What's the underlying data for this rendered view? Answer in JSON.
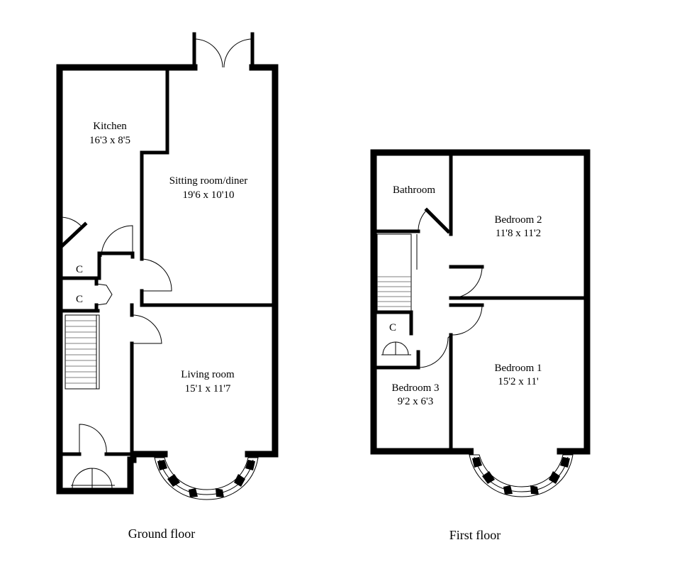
{
  "floors": {
    "ground": {
      "label": "Ground floor",
      "rooms": {
        "kitchen": {
          "name": "Kitchen",
          "size": "16'3 x 8'5"
        },
        "sitting": {
          "name": "Sitting room/diner",
          "size": "19'6 x 10'10"
        },
        "living": {
          "name": "Living room",
          "size": "15'1 x 11'7"
        }
      },
      "cupboards": [
        "C",
        "C"
      ]
    },
    "first": {
      "label": "First floor",
      "rooms": {
        "bathroom": {
          "name": "Bathroom"
        },
        "bedroom2": {
          "name": "Bedroom 2",
          "size": "11'8 x 11'2"
        },
        "bedroom1": {
          "name": "Bedroom 1",
          "size": "15'2 x 11'"
        },
        "bedroom3": {
          "name": "Bedroom 3",
          "size": "9'2 x 6'3"
        }
      },
      "cupboards": [
        "C"
      ]
    }
  }
}
